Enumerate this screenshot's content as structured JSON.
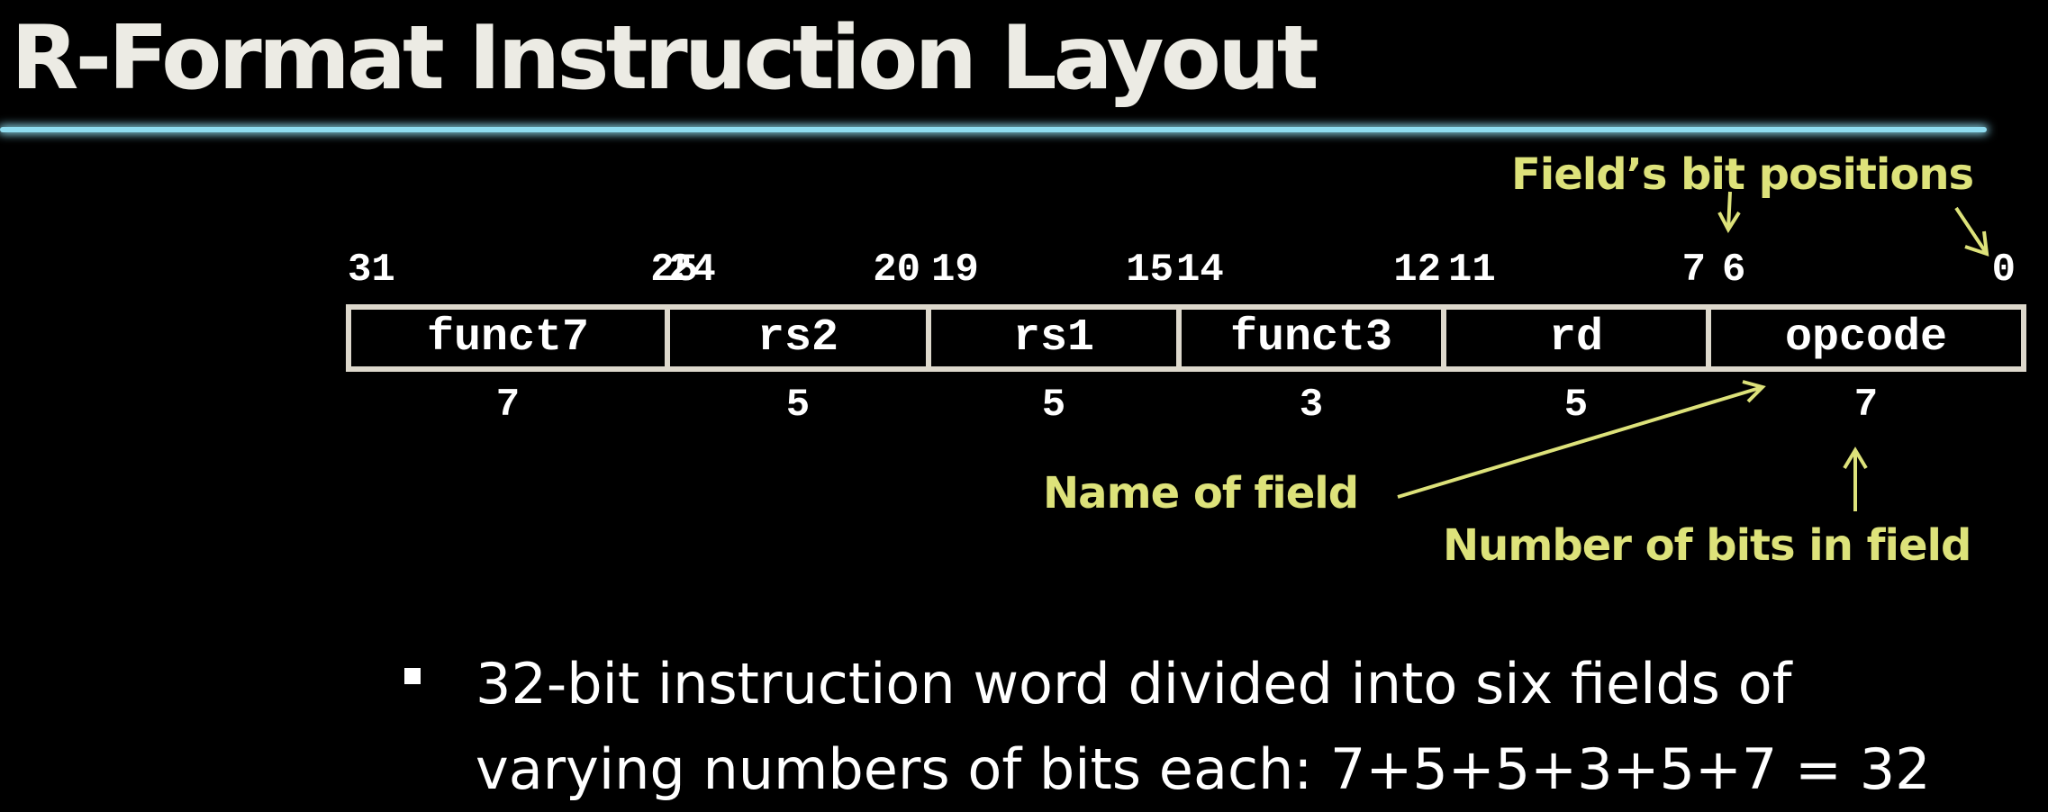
{
  "title": "R-Format Instruction Layout",
  "colors": {
    "background": "#000000",
    "title": "#ecebe4",
    "rule": "#8fdcf0",
    "field_border": "#ddd8cc",
    "field_text": "#ffffff",
    "numbers": "#ffffff",
    "annotation": "#dde27a",
    "bullet_text": "#ffffff"
  },
  "fields": [
    {
      "name": "funct7",
      "hi_bit": "31",
      "lo_bit": "25",
      "width": "7"
    },
    {
      "name": "rs2",
      "hi_bit": "24",
      "lo_bit": "20",
      "width": "5"
    },
    {
      "name": "rs1",
      "hi_bit": "19",
      "lo_bit": "15",
      "width": "5"
    },
    {
      "name": "funct3",
      "hi_bit": "14",
      "lo_bit": "12",
      "width": "3"
    },
    {
      "name": "rd",
      "hi_bit": "11",
      "lo_bit": "7",
      "width": "5"
    },
    {
      "name": "opcode",
      "hi_bit": "6",
      "lo_bit": "0",
      "width": "7"
    }
  ],
  "annotations": {
    "bit_positions": "Field’s bit positions",
    "name_of_field": "Name of field",
    "number_of_bits": "Number of bits in field"
  },
  "bullet": {
    "line1": "32-bit instruction word divided into six fields of",
    "line2": "varying numbers of bits each: 7+5+5+3+5+7 = 32"
  }
}
